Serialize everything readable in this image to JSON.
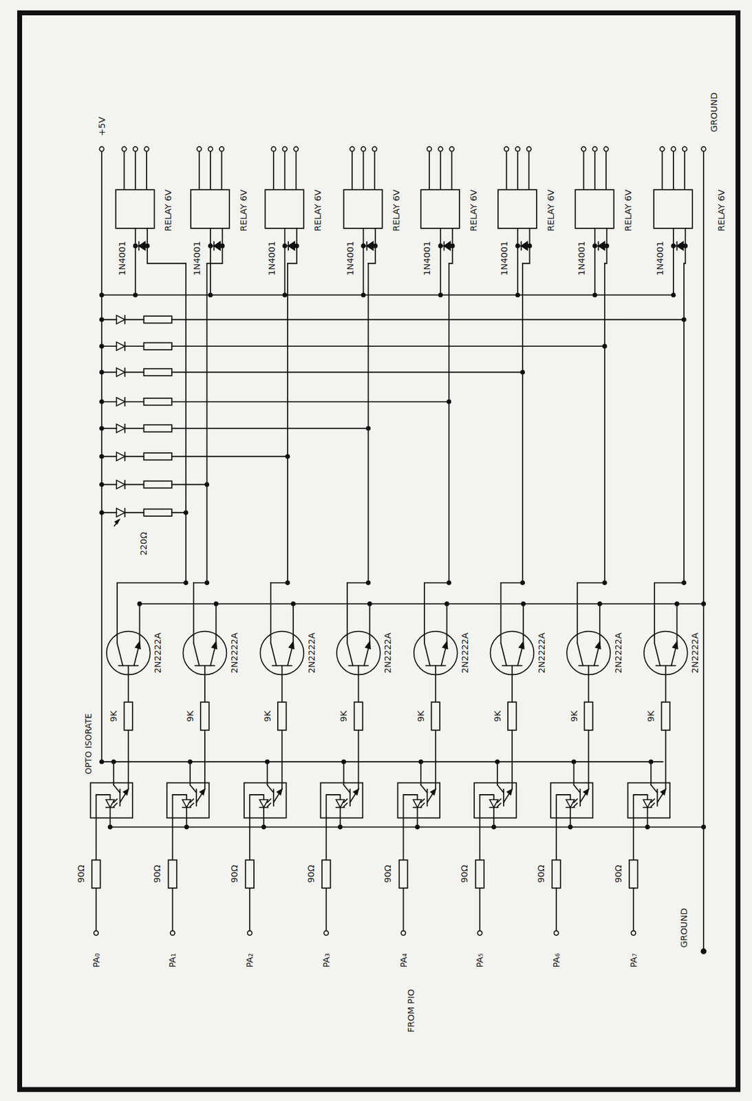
{
  "diagram": {
    "labels": [
      "+5V",
      "GROUND",
      "RELAY 6V",
      "RELAY 6V",
      "RELAY 6V",
      "RELAY 6V",
      "RELAY 6V",
      "RELAY 6V",
      "RELAY 6V",
      "RELAY 6V",
      "1N4001",
      "1N4001",
      "1N4001",
      "1N4001",
      "1N4001",
      "1N4001",
      "1N4001",
      "1N4001",
      "220Ω",
      "2N2222A",
      "2N2222A",
      "2N2222A",
      "2N2222A",
      "2N2222A",
      "2N2222A",
      "2N2222A",
      "2N2222A",
      "9K",
      "9K",
      "9K",
      "9K",
      "9K",
      "9K",
      "9K",
      "9K",
      "OPTO ISORATE",
      "90Ω",
      "90Ω",
      "90Ω",
      "90Ω",
      "90Ω",
      "90Ω",
      "90Ω",
      "90Ω",
      "PA₀",
      "PA₁",
      "PA₂",
      "PA₃",
      "PA₄",
      "PA₅",
      "PA₆",
      "PA₇",
      "FROM PIO",
      "GROUND"
    ]
  }
}
